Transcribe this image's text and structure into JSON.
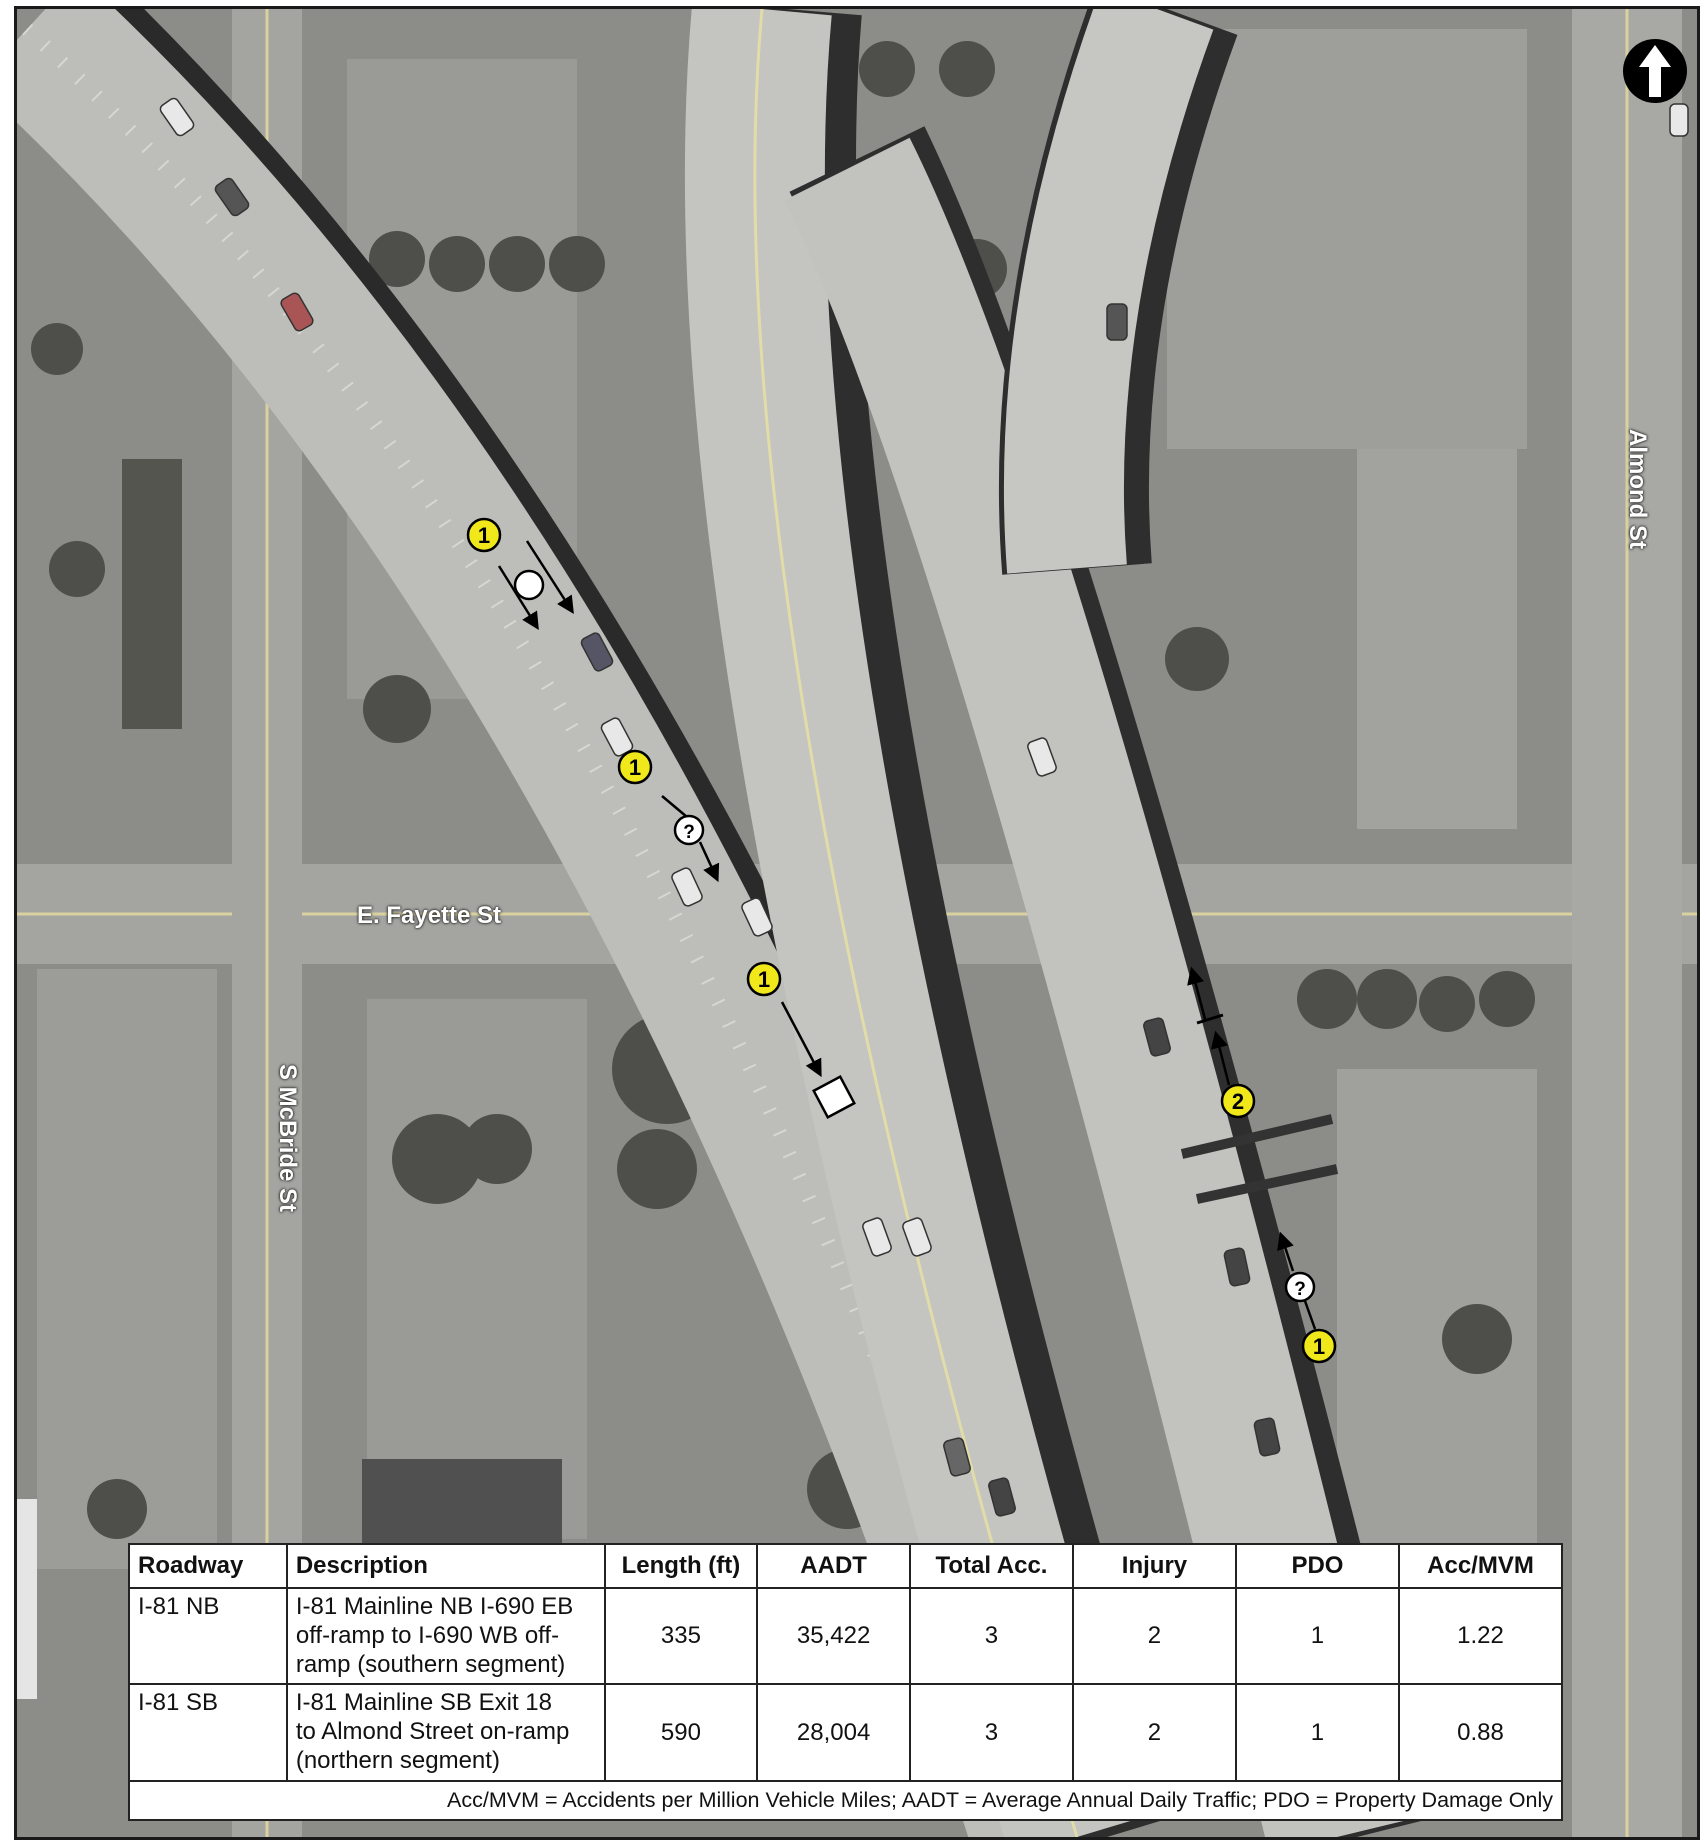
{
  "map": {
    "streets": {
      "fayette": "E. Fayette St",
      "mcbride": "S McBride St",
      "almond": "Almond St"
    },
    "north_arrow_icon": "north-arrow-icon",
    "markers": [
      {
        "number": "1",
        "type": "circle-marker-icon"
      },
      {
        "number": "1",
        "type": "unknown-marker-icon"
      },
      {
        "number": "1",
        "type": "square-marker-icon"
      },
      {
        "number": "2",
        "type": "head-on-marker-icon"
      },
      {
        "number": "1",
        "type": "unknown-marker-icon"
      }
    ],
    "unknown_symbol": "?"
  },
  "table": {
    "headers": [
      "Roadway",
      "Description",
      "Length (ft)",
      "AADT",
      "Total Acc.",
      "Injury",
      "PDO",
      "Acc/MVM"
    ],
    "rows": [
      {
        "roadway": "I-81 NB",
        "description": [
          "I-81 Mainline NB I-690 EB",
          "off-ramp to I-690 WB off-",
          "ramp (southern segment)"
        ],
        "length": "335",
        "aadt": "35,422",
        "total": "3",
        "injury": "2",
        "pdo": "1",
        "accmvm": "1.22"
      },
      {
        "roadway": "I-81 SB",
        "description": [
          "I-81 Mainline SB Exit 18",
          "to Almond Street on-ramp",
          "(northern segment)"
        ],
        "length": "590",
        "aadt": "28,004",
        "total": "3",
        "injury": "2",
        "pdo": "1",
        "accmvm": "0.88"
      }
    ],
    "footnote": "Acc/MVM = Accidents per Million Vehicle Miles; AADT = Average Annual Daily Traffic; PDO = Property Damage Only"
  },
  "colors": {
    "marker_fill": "#f0e81a",
    "road": "#c9c9c5",
    "ground": "#8a8a86"
  }
}
